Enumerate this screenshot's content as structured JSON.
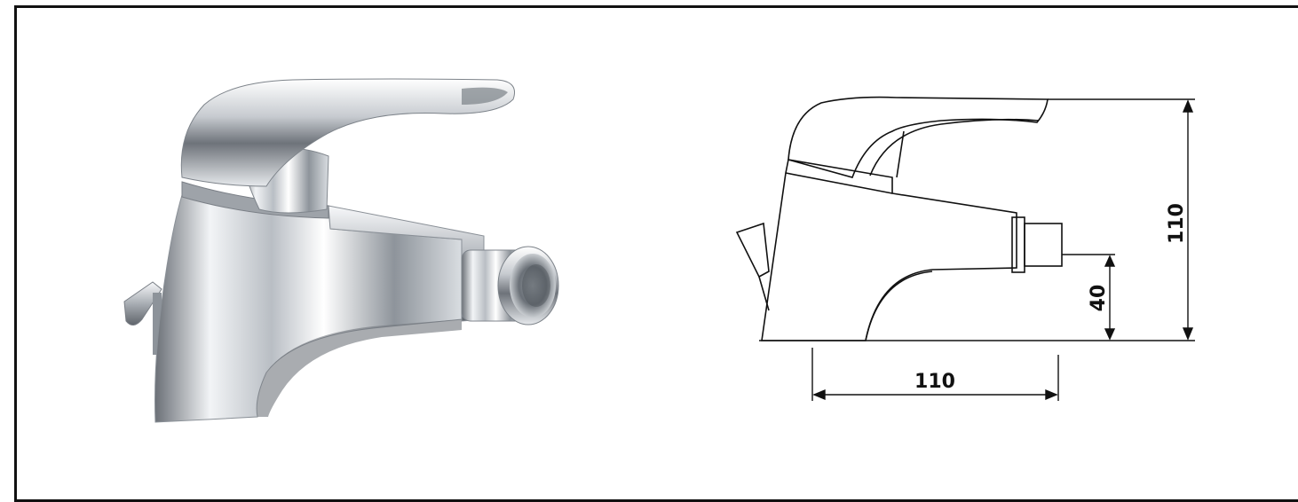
{
  "drawing": {
    "dimensions": {
      "base_width": "110",
      "total_height": "110",
      "spout_height": "40"
    }
  },
  "colors": {
    "line": "#111111",
    "chrome_dark": "#5a5f66",
    "chrome_light": "#eef1f4"
  }
}
